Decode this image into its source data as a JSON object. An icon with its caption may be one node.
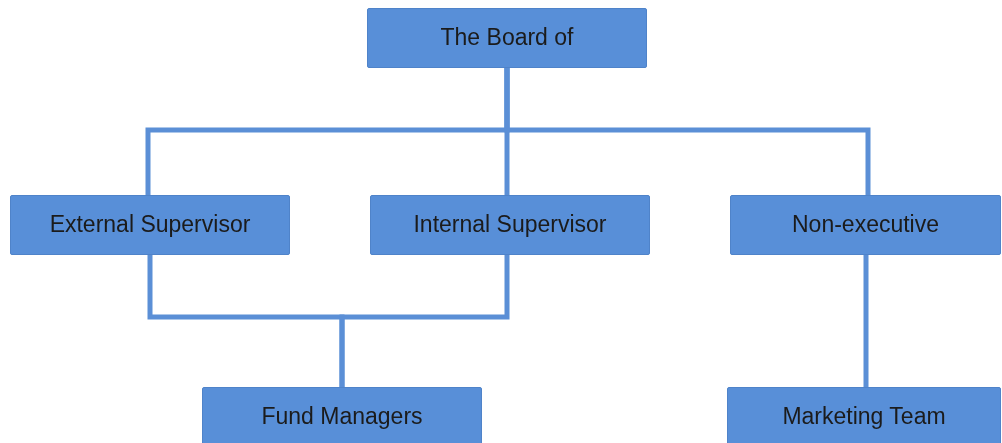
{
  "diagram": {
    "nodes": [
      {
        "text": [
          "The Board of"
        ]
      },
      {
        "text": [
          "External Supervisor"
        ]
      },
      {
        "text": [
          "Internal Supervisor"
        ]
      },
      {
        "text": [
          "Non-executive"
        ]
      },
      {
        "text": [
          "Fund Managers"
        ]
      },
      {
        "text": [
          "Marketing Team"
        ]
      }
    ],
    "edges": [
      {
        "from": 0,
        "to": 1,
        "arrow": "none"
      },
      {
        "from": 0,
        "to": 2,
        "arrow": "none"
      },
      {
        "from": 0,
        "to": 3,
        "arrow": "none"
      },
      {
        "from": 1,
        "to": 4,
        "arrow": "none"
      },
      {
        "from": 2,
        "to": 4,
        "arrow": "none"
      },
      {
        "from": 3,
        "to": 5,
        "arrow": "none"
      }
    ]
  }
}
